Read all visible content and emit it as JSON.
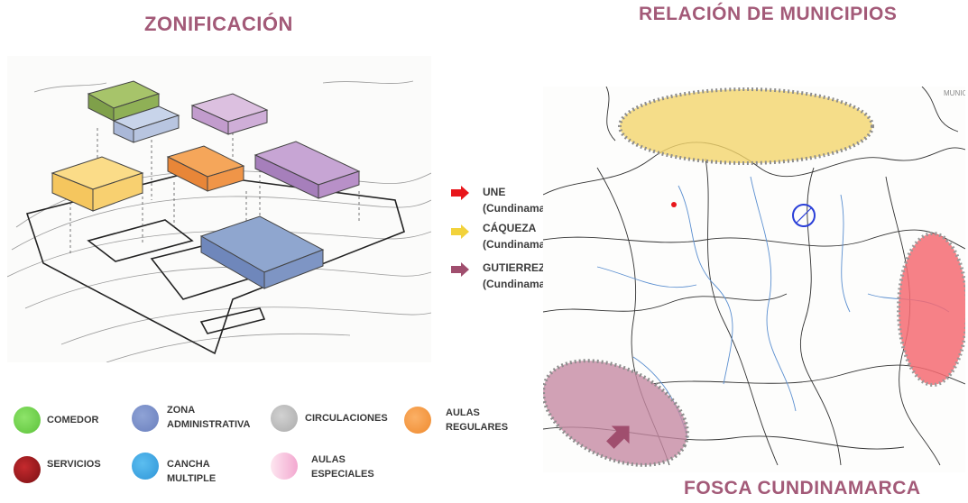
{
  "titles": {
    "zonificacion": "ZONIFICACIÓN",
    "relacion": "RELACIÓN DE MUNICIPIOS",
    "fosca": "FOSCA CUNDINAMARCA"
  },
  "municipalities": [
    {
      "name": "UNE",
      "dept": "(Cundinamarca)",
      "icon": "red-arrow-icon",
      "color": "#e8161b"
    },
    {
      "name": "CÁQUEZA",
      "dept": "(Cundinamarca)",
      "icon": "yellow-arrow-icon",
      "color": "#f2d23b"
    },
    {
      "name": "GUTIERREZ",
      "dept": "(Cundinamarca)",
      "icon": "mauve-arrow-icon",
      "color": "#a04e6e"
    }
  ],
  "legend": [
    {
      "label": "COMEDOR",
      "color": "#6fcf4b",
      "icon": "green-swatch"
    },
    {
      "label": "ZONA\nADMINISTRATIVA",
      "color": "#7a8fc6",
      "icon": "blue-swatch"
    },
    {
      "label": "CIRCULACIONES",
      "color": "#bdbdbd",
      "icon": "gray-swatch"
    },
    {
      "label": "AULAS\nREGULARES",
      "color": "#f39a4a",
      "icon": "orange-swatch"
    },
    {
      "label": "SERVICIOS",
      "color": "#a01f22",
      "icon": "dark-red-swatch"
    },
    {
      "label": "CANCHA\nMULTIPLE",
      "color": "#3fa7e6",
      "icon": "sky-blue-swatch"
    },
    {
      "label": "AULAS\nESPECIALES",
      "color": "#f6c6de",
      "icon": "pink-swatch"
    }
  ],
  "map_labels": {
    "corner": "MUNIC"
  }
}
